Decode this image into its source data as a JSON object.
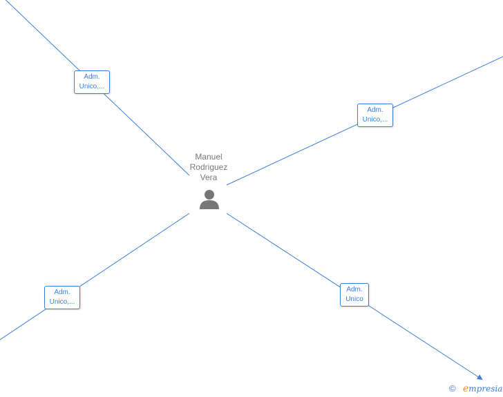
{
  "person": {
    "name_lines": [
      "Manuel",
      "Rodriguez",
      "Vera"
    ],
    "icon": "person-icon"
  },
  "relations": [
    {
      "label_lines": [
        "Adm.",
        "Unico,..."
      ]
    },
    {
      "label_lines": [
        "Adm.",
        "Unico,..."
      ]
    },
    {
      "label_lines": [
        "Adm.",
        "Unico,..."
      ]
    },
    {
      "label_lines": [
        "Adm.",
        "Unico"
      ]
    }
  ],
  "footer": {
    "copyright_symbol": "©",
    "brand_initial": "e",
    "brand_rest": "mpresia"
  },
  "colors": {
    "link": "#3a7dd6",
    "person_text": "#777777",
    "brand_accent": "#f08a1c"
  }
}
